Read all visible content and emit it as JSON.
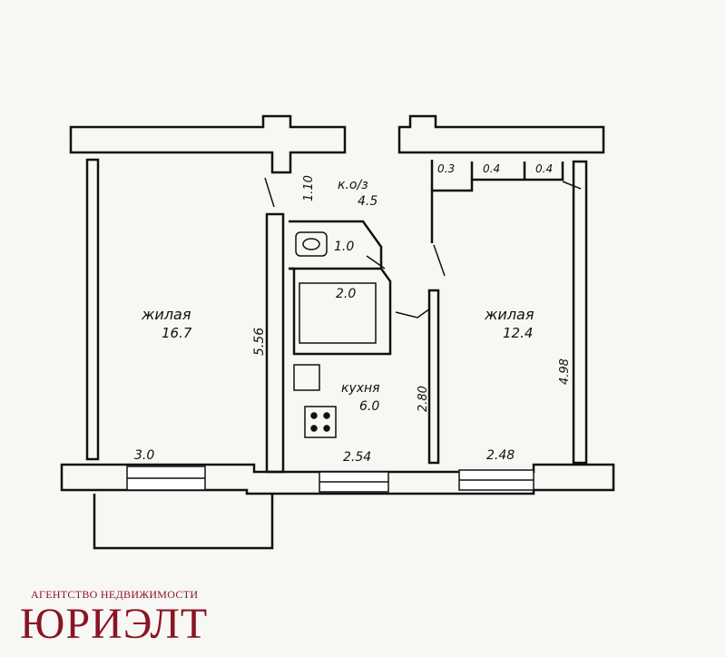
{
  "labels": {
    "living_left_name": "жилая",
    "living_left_area": "16.7",
    "living_left_height": "5.56",
    "living_left_width": "3.0",
    "corridor_name": "к.о/з",
    "corridor_area": "4.5",
    "corridor_dim": "1.10",
    "toilet_area": "1.0",
    "bath_area": "2.0",
    "closet_1": "0.3",
    "closet_2": "0.4",
    "closet_3": "0.4",
    "kitchen_name": "кухня",
    "kitchen_area": "6.0",
    "kitchen_height": "2.80",
    "kitchen_width": "2.54",
    "living_right_name": "жилая",
    "living_right_area": "12.4",
    "living_right_height": "4.98",
    "living_right_width": "2.48"
  },
  "footer": {
    "agency": "АГЕНТСТВО НЕДВИЖИМОСТИ",
    "brand": "ЮРИЭЛТ"
  },
  "colors": {
    "ink": "#111111",
    "brand": "#8b1424",
    "paper": "#f7f7f4"
  }
}
